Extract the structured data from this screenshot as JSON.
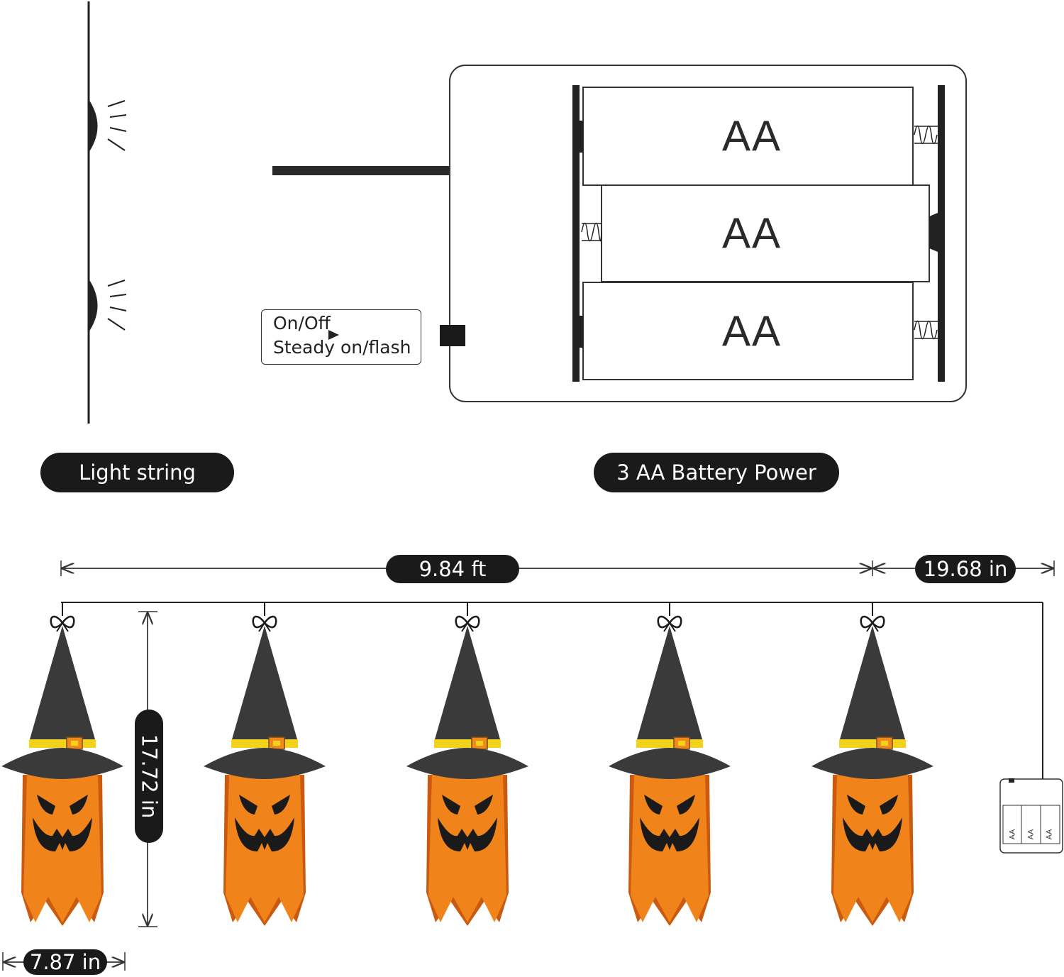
{
  "light_string": {
    "label": "Light string"
  },
  "battery_box": {
    "label": "3  AA  Battery Power",
    "cells": [
      "AA",
      "AA",
      "AA"
    ],
    "switch": {
      "line1": "On/Off",
      "line2": "Steady on/flash"
    }
  },
  "dimensions": {
    "string_length": "9.84 ft",
    "lead_wire": "19.68 in",
    "height": "17.72 in",
    "width": "7.87 in"
  },
  "mini_battery_cells": [
    "AA",
    "AA",
    "AA"
  ],
  "colors": {
    "ink": "#1a1a1a",
    "hat": "#3a3a3a",
    "band": "#f2d21b",
    "buckle": "#f08a1c",
    "ghost": "#f0841a",
    "ghost_shadow": "#c95a10"
  },
  "lantern_count": 5
}
